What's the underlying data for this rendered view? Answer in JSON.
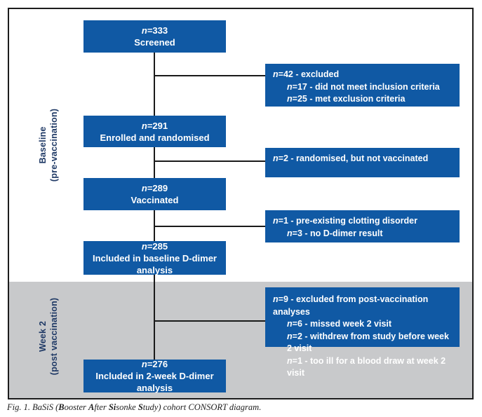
{
  "sections": [
    {
      "line1": "Baseline",
      "line2": "(pre-vaccination)"
    },
    {
      "line1": "Week 2",
      "line2": "(post vaccination)"
    }
  ],
  "main_boxes": [
    {
      "n": "n=333",
      "label": "Screened"
    },
    {
      "n": "n=291",
      "label": "Enrolled and randomised"
    },
    {
      "n": "n=289",
      "label": "Vaccinated"
    },
    {
      "n": "n=285",
      "label": "Included in baseline D-dimer analysis"
    },
    {
      "n": "n=276",
      "label": "Included in 2-week D-dimer analysis"
    }
  ],
  "side_boxes": [
    {
      "lines": [
        "n=42 - excluded",
        "n=17 - did not meet inclusion criteria",
        "n=25 - met exclusion criteria"
      ]
    },
    {
      "lines": [
        "n=2 - randomised, but not vaccinated"
      ]
    },
    {
      "lines": [
        "n=1 - pre-existing clotting disorder",
        "n=3 - no D-dimer result"
      ]
    },
    {
      "lines": [
        "n=9 - excluded from post-vaccination analyses",
        "n=6 - missed week 2 visit",
        "n=2 - withdrew from study before week 2 visit",
        "n=1 - too ill for a blood draw at week 2 visit"
      ]
    }
  ],
  "caption_segments": [
    {
      "text": "Fig. 1. BaSiS ("
    },
    {
      "text": "B",
      "bold": true
    },
    {
      "text": "ooster "
    },
    {
      "text": "A",
      "bold": true
    },
    {
      "text": "fter "
    },
    {
      "text": "Si",
      "bold": true
    },
    {
      "text": "sonke "
    },
    {
      "text": "S",
      "bold": true
    },
    {
      "text": "tudy) cohort CONSORT diagram."
    }
  ],
  "colors": {
    "box_blue": "#1059a4",
    "shaded_gray": "#c8c9cb",
    "label_navy": "#203a66",
    "line_black": "#1a1a1a",
    "box_text_white": "#ffffff"
  }
}
